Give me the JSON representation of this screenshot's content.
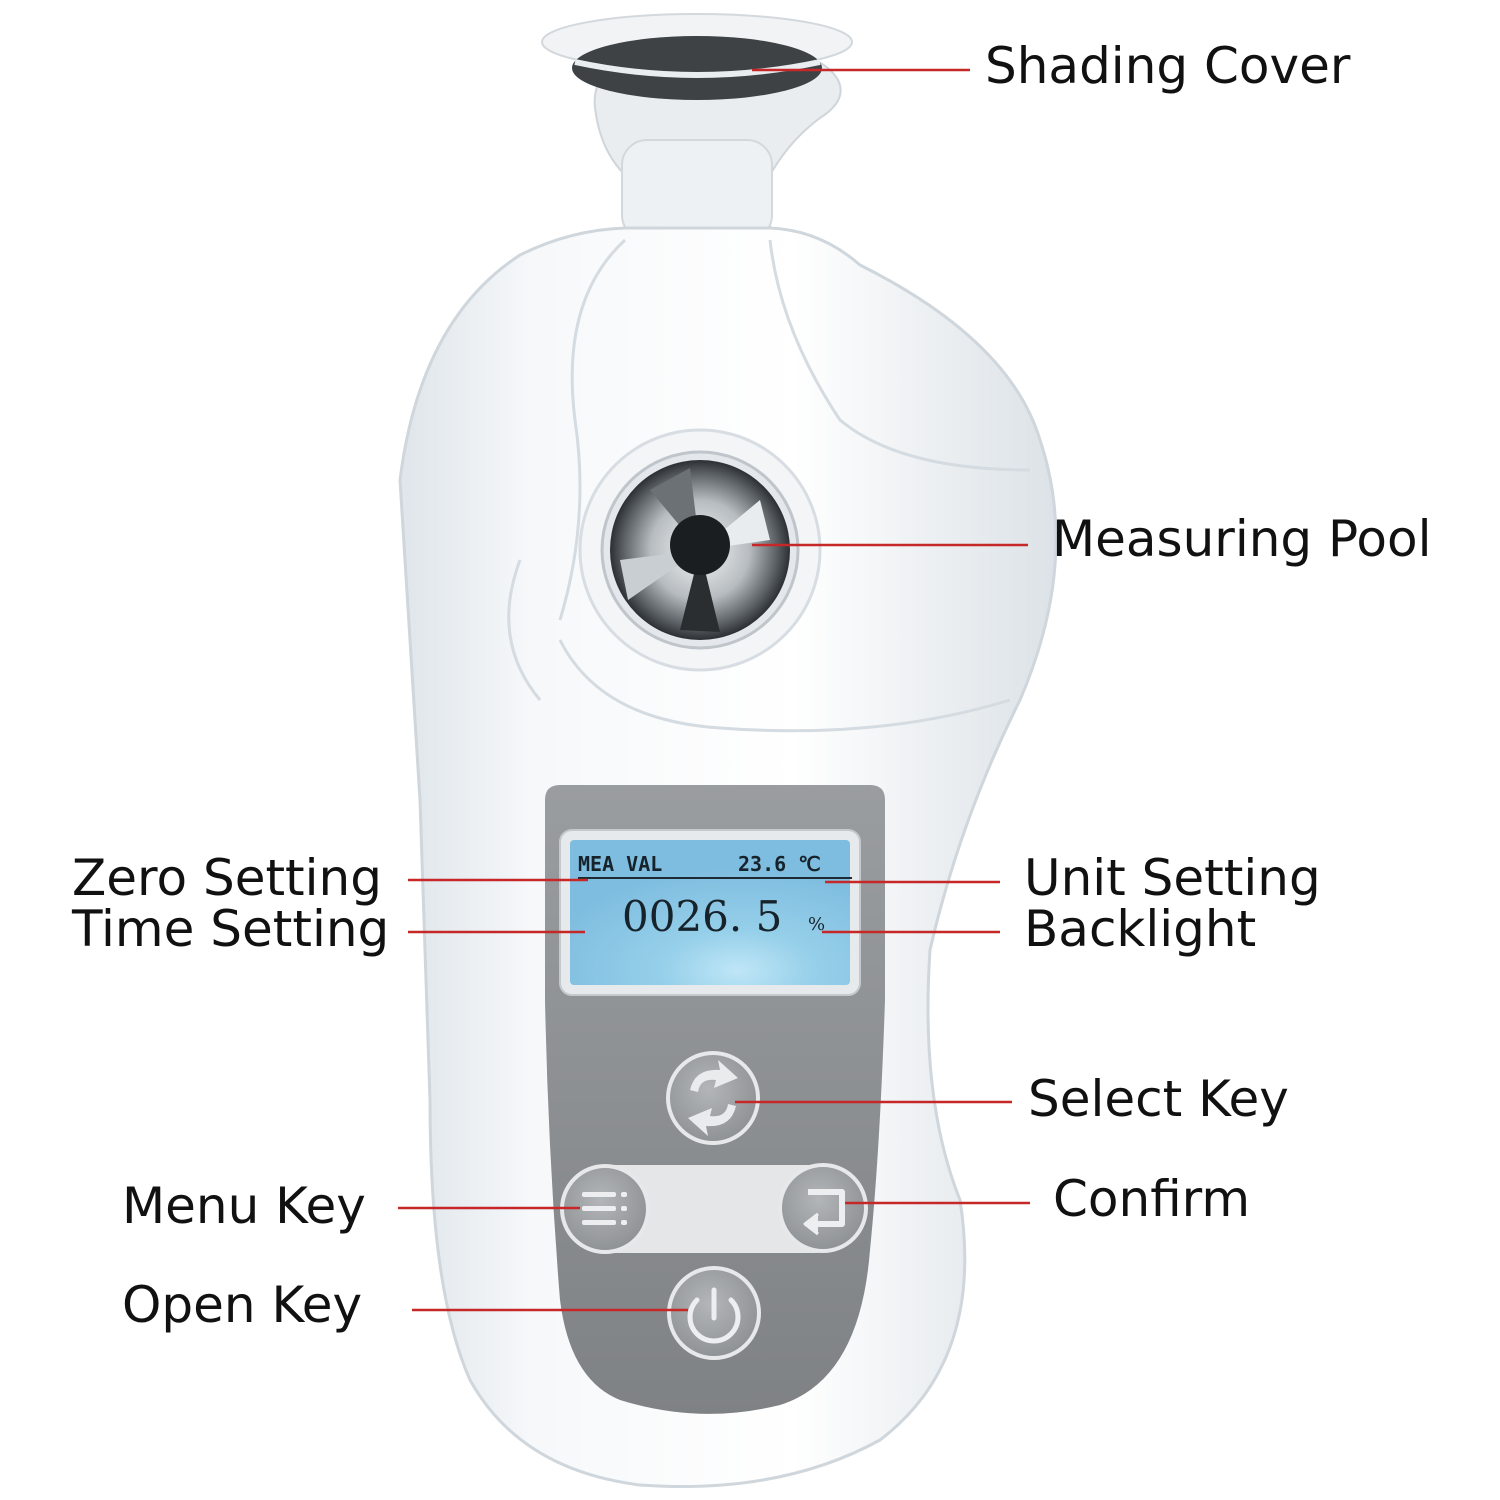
{
  "callouts": {
    "shading_cover": "Shading Cover",
    "measuring_pool": "Measuring Pool",
    "zero_setting": "Zero Setting",
    "time_setting": "Time Setting",
    "unit_setting": "Unit Setting",
    "backlight": "Backlight",
    "select_key": "Select Key",
    "menu_key": "Menu Key",
    "confirm": "Confirm",
    "open_key": "Open Key"
  },
  "lcd": {
    "mode": "MEA VAL",
    "temperature": "23.6 ℃",
    "reading": "0026. 5",
    "unit": "%"
  },
  "icons": {
    "select_key": "refresh-icon",
    "menu_key": "menu-list-icon",
    "confirm": "enter-icon",
    "open_key": "power-icon"
  },
  "colors": {
    "callout_line": "#c62828",
    "device_body": "#eef2f5",
    "key_panel": "#8e9193",
    "lcd_backlight": "#8cc6e4"
  }
}
